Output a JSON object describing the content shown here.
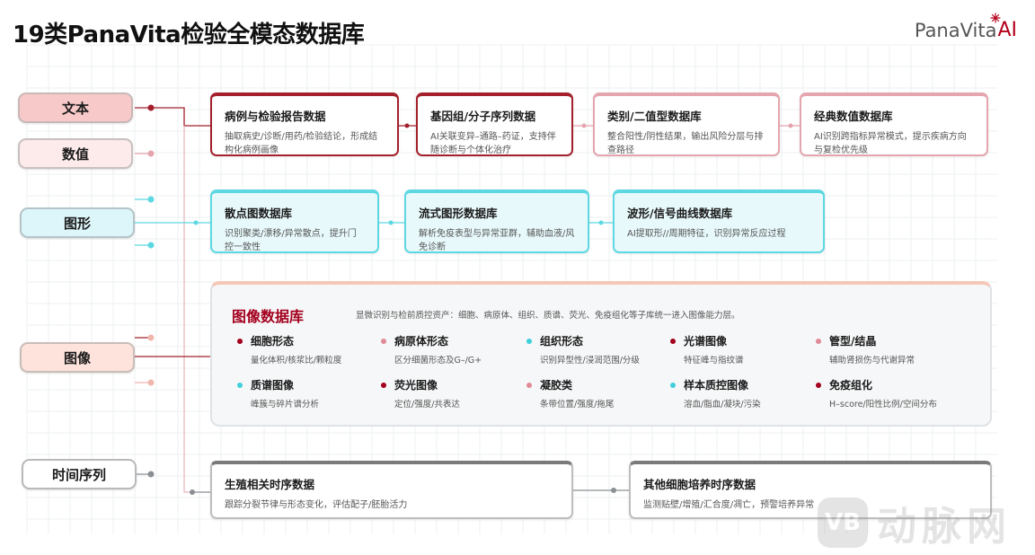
{
  "header": {
    "title": "19类PanaVita检验全模态数据库",
    "logo": {
      "text": "PanaVita",
      "ai": "AI"
    }
  },
  "modalities": {
    "text": "文本",
    "numeric": "数值",
    "graphic": "图形",
    "image": "图像",
    "timeseries": "时间序列"
  },
  "row1": [
    {
      "title": "病例与检验报告数据",
      "desc": "抽取病史/诊断/用药/检验结论，形成结构化病例画像"
    },
    {
      "title": "基因组/分子序列数据",
      "desc": "AI关联变异–通路–药证，支持伴随诊断与个体化治疗"
    },
    {
      "title": "类别/二值型数据库",
      "desc": "整合阳性/阴性结果，输出风险分层与排查路径"
    },
    {
      "title": "经典数值数据库",
      "desc": "AI识别跨指标异常模式，提示疾病方向与复检优先级"
    }
  ],
  "row2": [
    {
      "title": "散点图数据库",
      "desc": "识别聚类/漂移/异常散点，提升门控一致性"
    },
    {
      "title": "流式图形数据库",
      "desc": "解析免疫表型与异常亚群，辅助血液/风免诊断"
    },
    {
      "title": "波形/信号曲线数据库",
      "desc": "AI提取形//周期特征，识别异常反应过程"
    }
  ],
  "image_db": {
    "title": "图像数据库",
    "subtitle": "显微识别与检前质控资产：细胞、病原体、组织、质谱、荧光、免疫组化等子库统一进入图像能力层。",
    "items": [
      {
        "title": "细胞形态",
        "desc": "量化体积/核浆比/颗粒度",
        "color": "#a3001e"
      },
      {
        "title": "病原体形态",
        "desc": "区分细菌形态及G–/G+",
        "color": "#e08a98"
      },
      {
        "title": "组织形态",
        "desc": "识别异型性/浸润范围/分级",
        "color": "#3fd0dc"
      },
      {
        "title": "光谱图像",
        "desc": "特征峰与指纹谱",
        "color": "#a3001e"
      },
      {
        "title": "管型/结晶",
        "desc": "辅助肾损伤与代谢异常",
        "color": "#e08a98"
      },
      {
        "title": "质谱图像",
        "desc": "峰簇与碎片谱分析",
        "color": "#3fd0dc"
      },
      {
        "title": "荧光图像",
        "desc": "定位/强度/共表达",
        "color": "#a3001e"
      },
      {
        "title": "凝胶类",
        "desc": "条带位置/强度/拖尾",
        "color": "#e08a98"
      },
      {
        "title": "样本质控图像",
        "desc": "溶血/脂血/凝块/污染",
        "color": "#3fd0dc"
      },
      {
        "title": "免疫组化",
        "desc": "H–score/阳性比例/空间分布",
        "color": "#a3001e"
      }
    ]
  },
  "row4": [
    {
      "title": "生殖相关时序数据",
      "desc": "跟踪分裂节律与形态变化，评估配子/胚胎活力"
    },
    {
      "title": "其他细胞培养时序数据",
      "desc": "监测贴壁/增殖/汇合度/凋亡，预警培养异常"
    }
  ],
  "colors": {
    "red": "#a3202c",
    "pink": "#e4a5ae",
    "cyan": "#5dd8e2",
    "gray": "#7a7a7a"
  },
  "watermark": {
    "text": "动脉网"
  }
}
